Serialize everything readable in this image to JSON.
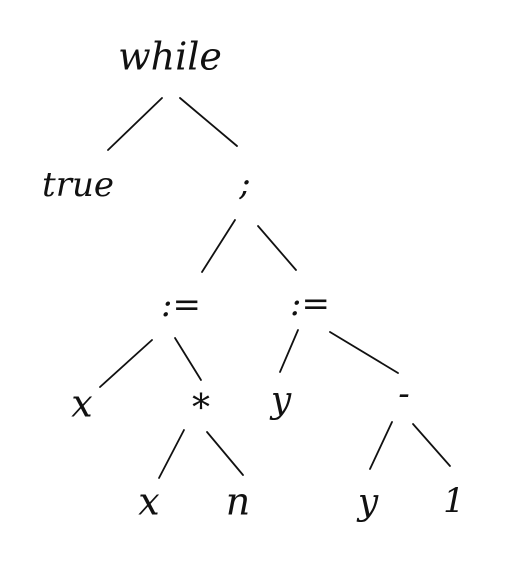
{
  "tree": {
    "nodes": [
      {
        "id": "while",
        "label": "while"
      },
      {
        "id": "true",
        "label": "true"
      },
      {
        "id": "seq",
        "label": ";"
      },
      {
        "id": "assign1",
        "label": ":="
      },
      {
        "id": "assign2",
        "label": ":="
      },
      {
        "id": "x1",
        "label": "x"
      },
      {
        "id": "mul",
        "label": "*"
      },
      {
        "id": "y1",
        "label": "y"
      },
      {
        "id": "minus",
        "label": "-"
      },
      {
        "id": "x2",
        "label": "x"
      },
      {
        "id": "n",
        "label": "n"
      },
      {
        "id": "y2",
        "label": "y"
      },
      {
        "id": "one",
        "label": "1"
      }
    ],
    "edges": [
      {
        "from": "while",
        "to": "true"
      },
      {
        "from": "while",
        "to": "seq"
      },
      {
        "from": "seq",
        "to": "assign1"
      },
      {
        "from": "seq",
        "to": "assign2"
      },
      {
        "from": "assign1",
        "to": "x1"
      },
      {
        "from": "assign1",
        "to": "mul"
      },
      {
        "from": "assign2",
        "to": "y1"
      },
      {
        "from": "assign2",
        "to": "minus"
      },
      {
        "from": "mul",
        "to": "x2"
      },
      {
        "from": "mul",
        "to": "n"
      },
      {
        "from": "minus",
        "to": "y2"
      },
      {
        "from": "minus",
        "to": "one"
      }
    ]
  }
}
